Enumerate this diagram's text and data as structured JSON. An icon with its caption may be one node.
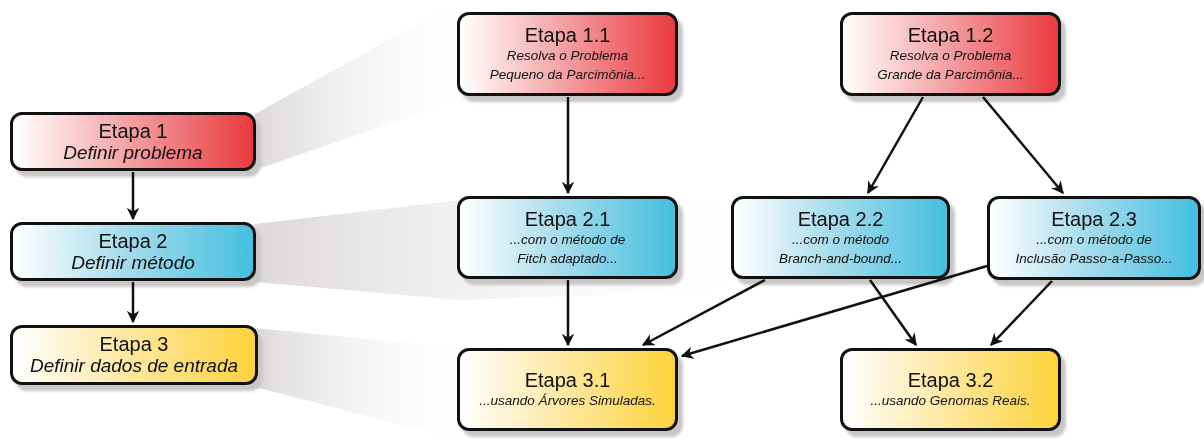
{
  "diagram": {
    "nodes": [
      {
        "text": [
          "Etapa 1",
          "Definir problema"
        ]
      },
      {
        "text": [
          "Etapa 2",
          "Definir método"
        ]
      },
      {
        "text": [
          "Etapa 3",
          "Definir dados de entrada"
        ]
      },
      {
        "text": [
          "Etapa 1.1",
          "Resolva o Problema Pequeno da Parcimônia..."
        ]
      },
      {
        "text": [
          "Etapa 1.2",
          "Resolva o Problema Grande da Parcimônia..."
        ]
      },
      {
        "text": [
          "Etapa 2.1",
          "...com o método de Fitch adaptado..."
        ]
      },
      {
        "text": [
          "Etapa 2.2",
          "...com o método Branch-and-bound..."
        ]
      },
      {
        "text": [
          "Etapa 2.3",
          "...com o método de Inclusão Passo-a-Passo..."
        ]
      },
      {
        "text": [
          "Etapa 3.1",
          "...usando Árvores Simuladas."
        ]
      },
      {
        "text": [
          "Etapa 3.2",
          "...usando Genomas Reais."
        ]
      }
    ],
    "edges": [
      {
        "from": 0,
        "to": 1,
        "arrow": "to"
      },
      {
        "from": 1,
        "to": 2,
        "arrow": "to"
      },
      {
        "from": 3,
        "to": 5,
        "arrow": "to"
      },
      {
        "from": 4,
        "to": 6,
        "arrow": "to"
      },
      {
        "from": 4,
        "to": 7,
        "arrow": "to"
      },
      {
        "from": 5,
        "to": 8,
        "arrow": "to"
      },
      {
        "from": 6,
        "to": 8,
        "arrow": "to"
      },
      {
        "from": 7,
        "to": 8,
        "arrow": "to"
      },
      {
        "from": 6,
        "to": 9,
        "arrow": "to"
      },
      {
        "from": 7,
        "to": 9,
        "arrow": "to"
      }
    ]
  }
}
